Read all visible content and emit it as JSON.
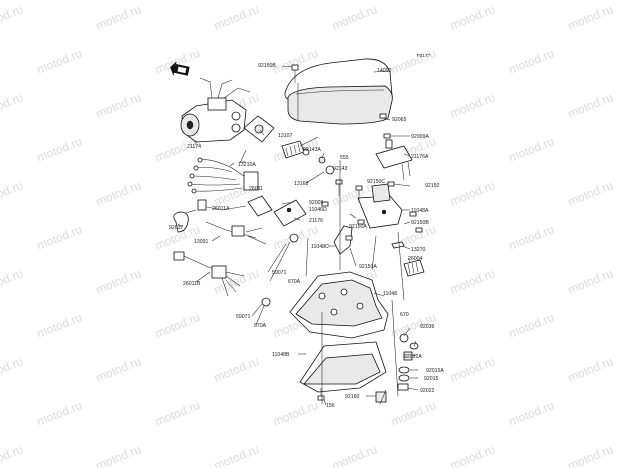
{
  "figure_code": "F3177",
  "watermark_text": "motod.ru",
  "labels": {
    "l14090": "14090",
    "l92150B_top": "92150B",
    "l21174": "21174",
    "l13107": "13107",
    "l92065": "92065",
    "l92009A": "92009A",
    "l92143A": "92143A",
    "l555": "555",
    "l13210A": "13210A",
    "l92143": "92143",
    "l21176A": "21176A",
    "l13168": "13168",
    "l92150C": "92150C",
    "l92150": "92150",
    "l26011": "26011",
    "l92009": "92009",
    "l11048A": "11048A",
    "l11046D": "11046D",
    "l21176": "21176",
    "l26011A": "26011A",
    "l92150A_1": "92150A",
    "l92150B_r": "92150B",
    "l92037": "92037",
    "l11048C": "11048C",
    "l13270": "13270",
    "l13091": "13091",
    "l26004": "26004",
    "l92150A_2": "92150A",
    "l59071_1": "59071",
    "l670A_1": "670A",
    "l26011B": "26011B",
    "l11048": "11048",
    "l59071_2": "59071",
    "l670A_2": "670A",
    "l670": "670",
    "l92036": "92036",
    "l11048B": "11048B",
    "l92022A": "92022A",
    "l92015A": "92015A",
    "l92015": "92015",
    "l92160": "92160",
    "l92022": "92022",
    "l156": "156"
  },
  "colors": {
    "line": "#222222",
    "watermark": "#dcdcdc",
    "background": "#ffffff"
  },
  "icons": [
    "front-arrow-icon"
  ]
}
